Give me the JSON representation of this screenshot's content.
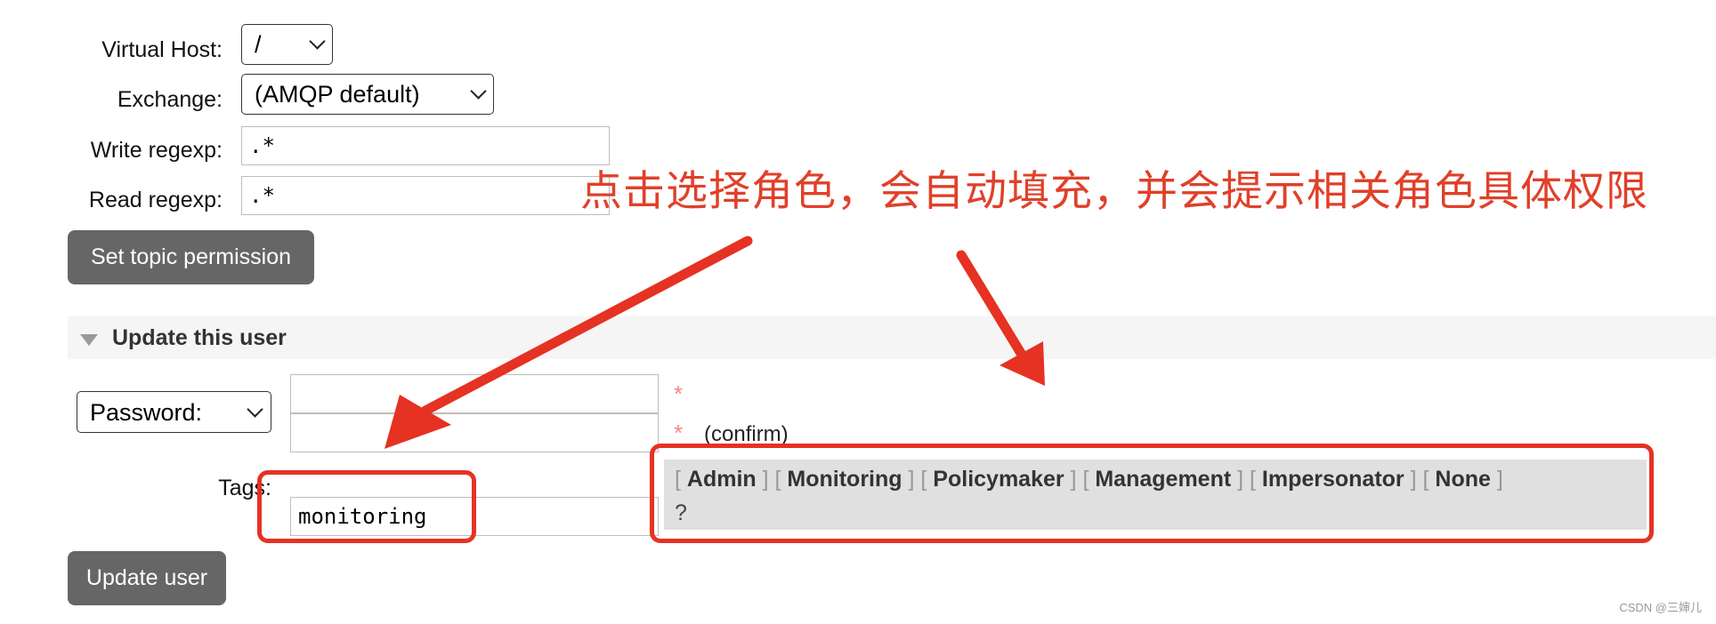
{
  "form": {
    "vhost_label": "Virtual Host:",
    "vhost_value": "/",
    "exchange_label": "Exchange:",
    "exchange_value": "(AMQP default)",
    "write_label": "Write regexp:",
    "write_value": ".*",
    "read_label": "Read regexp:",
    "read_value": ".*",
    "set_button": "Set topic permission"
  },
  "update_section": {
    "title": "Update this user",
    "password_select": "Password:",
    "required_mark": "*",
    "confirm_text": "(confirm)",
    "tags_label": "Tags:",
    "tags_value": "monitoring",
    "tags": [
      "Admin",
      "Monitoring",
      "Policymaker",
      "Management",
      "Impersonator",
      "None"
    ],
    "help": "?",
    "update_button": "Update user"
  },
  "annotation": {
    "text": "点击选择角色，会自动填充，并会提示相关角色具体权限",
    "color": "#e53222"
  },
  "watermark": "CSDN @三婶儿"
}
